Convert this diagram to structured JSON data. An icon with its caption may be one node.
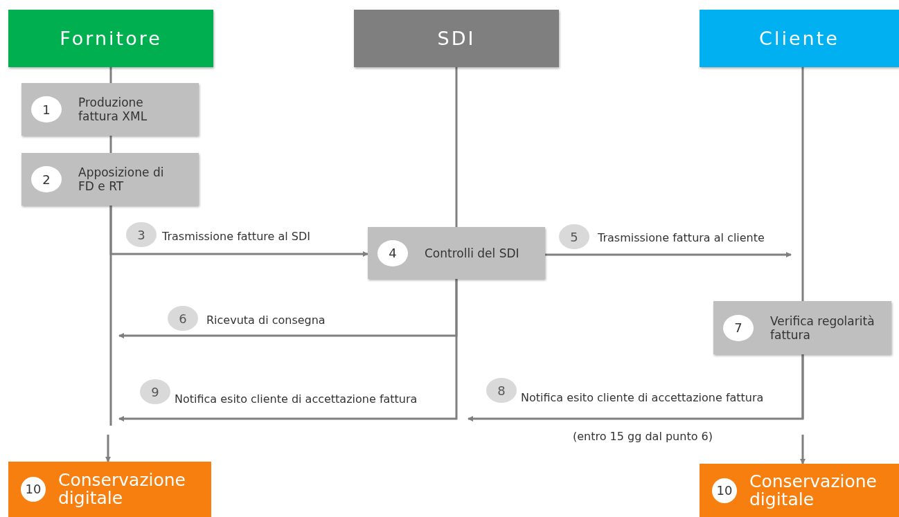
{
  "diagram": {
    "nodes": [
      {
        "text": [
          "Fornitore"
        ]
      },
      {
        "text": [
          "SDI"
        ]
      },
      {
        "text": [
          "Cliente"
        ]
      },
      {
        "text": [
          "1",
          "Produzione fattura XML"
        ]
      },
      {
        "text": [
          "2",
          "Apposizione di FD e RT"
        ]
      },
      {
        "text": [
          "4",
          "Controlli del SDI"
        ]
      },
      {
        "text": [
          "7",
          "Verifica regolarità fattura"
        ]
      },
      {
        "text": [
          "10",
          "Conservazione digitale"
        ]
      },
      {
        "text": [
          "10",
          "Conservazione digitale"
        ]
      }
    ],
    "edges": [
      {
        "from": 0,
        "to": 3,
        "arrow": "none"
      },
      {
        "from": 3,
        "to": 4,
        "arrow": "none"
      },
      {
        "from": 1,
        "to": 5,
        "arrow": "none"
      },
      {
        "from": 2,
        "to": 6,
        "arrow": "none"
      },
      {
        "from": 4,
        "to": 5,
        "arrow": "to",
        "label": "Trasmissione fatture al SDI"
      },
      {
        "from": 5,
        "to": null,
        "arrow": "to",
        "label": "Trasmissione fattura al cliente"
      },
      {
        "from": 5,
        "to": null,
        "arrow": "to",
        "label": "Ricevuta di consegna"
      },
      {
        "from": 6,
        "to": null,
        "arrow": "to",
        "label": "Notifica esito cliente di accettazione fattura"
      },
      {
        "from": 5,
        "to": null,
        "arrow": "to",
        "label": "Notifica esito cliente di accettazione fattura"
      },
      {
        "from": null,
        "to": 7,
        "arrow": "to"
      },
      {
        "from": null,
        "to": 8,
        "arrow": "to"
      }
    ],
    "labels": [
      "3",
      "5",
      "6",
      "9",
      "8",
      "(entro 15 gg dal punto 6)"
    ]
  }
}
